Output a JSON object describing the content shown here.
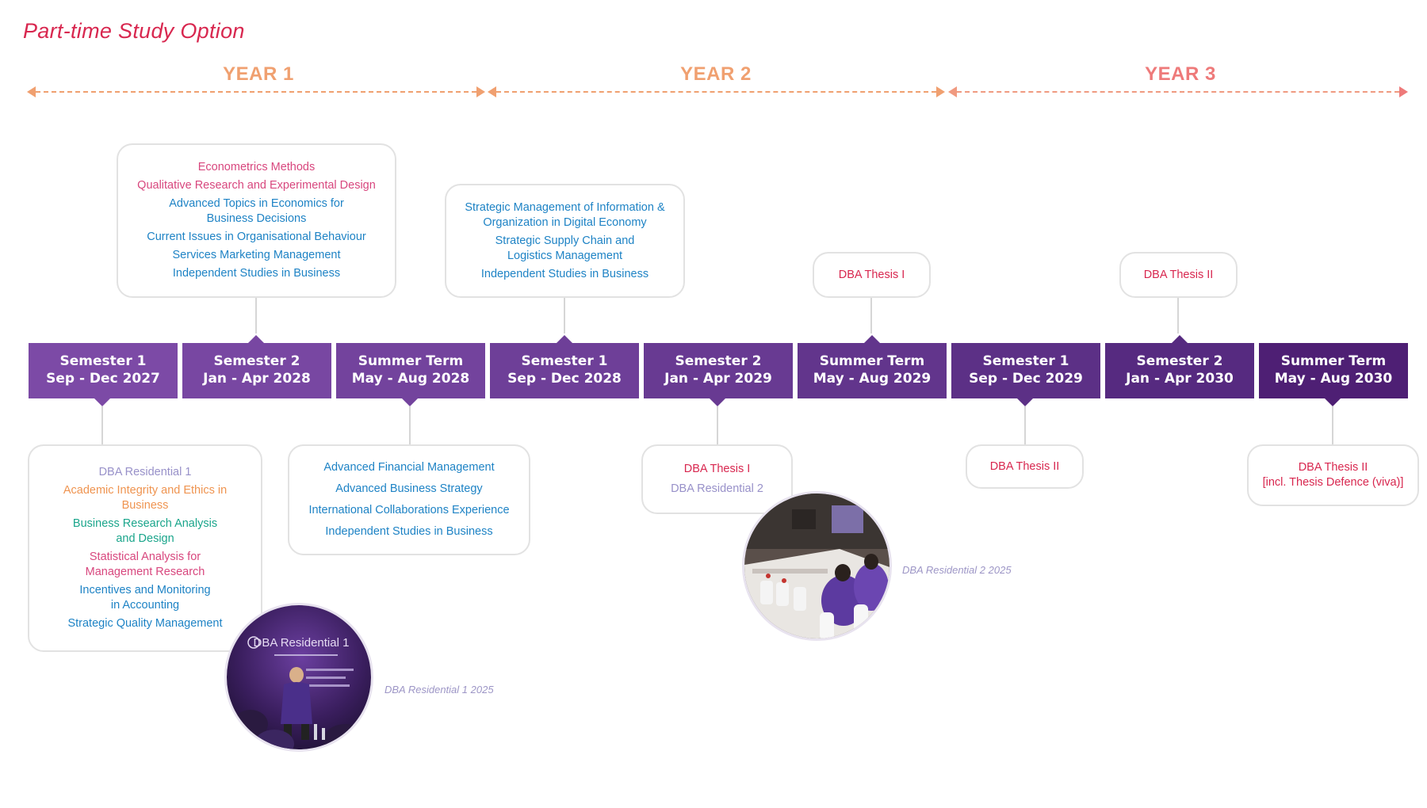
{
  "title": "Part-time Study Option",
  "colors": {
    "title": "#d8274f",
    "year_orange": "#f0a070",
    "year3": "#ee7a7a",
    "purple_light": "#7c4aa6",
    "purple_dark": "#4e1f74",
    "blue": "#1e83c5",
    "pink": "#d8477e",
    "red": "#d8274f",
    "orange": "#ef9450",
    "green": "#1aa58b",
    "lavender": "#9891c9"
  },
  "years": [
    {
      "label": "YEAR 1"
    },
    {
      "label": "YEAR 2"
    },
    {
      "label": "YEAR 3"
    }
  ],
  "terms": [
    {
      "name": "Semester 1",
      "dates": "Sep - Dec 2027"
    },
    {
      "name": "Semester 2",
      "dates": "Jan - Apr 2028"
    },
    {
      "name": "Summer Term",
      "dates": "May - Aug 2028"
    },
    {
      "name": "Semester 1",
      "dates": "Sep - Dec 2028"
    },
    {
      "name": "Semester 2",
      "dates": "Jan - Apr 2029"
    },
    {
      "name": "Summer Term",
      "dates": "May - Aug 2029"
    },
    {
      "name": "Semester 1",
      "dates": "Sep - Dec 2029"
    },
    {
      "name": "Semester 2",
      "dates": "Jan - Apr 2030"
    },
    {
      "name": "Summer Term",
      "dates": "May - Aug 2030"
    }
  ],
  "top_boxes": {
    "y1s2": [
      {
        "text": "Econometrics Methods",
        "color": "pink"
      },
      {
        "text": "Qualitative Research and Experimental Design",
        "color": "pink"
      },
      {
        "text": "Advanced Topics in Economics for\nBusiness Decisions",
        "color": "blue"
      },
      {
        "text": "Current Issues in Organisational Behaviour",
        "color": "blue"
      },
      {
        "text": "Services Marketing Management",
        "color": "blue"
      },
      {
        "text": "Independent Studies in Business",
        "color": "blue"
      }
    ],
    "y2s1": [
      {
        "text": "Strategic Management of Information &\nOrganization in Digital Economy",
        "color": "blue"
      },
      {
        "text": "Strategic Supply Chain and\nLogistics Management",
        "color": "blue"
      },
      {
        "text": "Independent Studies in Business",
        "color": "blue"
      }
    ],
    "y2sum": [
      {
        "text": "DBA Thesis I",
        "color": "red"
      }
    ],
    "y3s2": [
      {
        "text": "DBA Thesis II",
        "color": "red"
      }
    ]
  },
  "bottom_boxes": {
    "y1s1": [
      {
        "text": "DBA Residential 1",
        "color": "lavender"
      },
      {
        "text": "Academic Integrity and Ethics in\nBusiness",
        "color": "orange"
      },
      {
        "text": "Business Research Analysis\nand Design",
        "color": "green"
      },
      {
        "text": "Statistical Analysis for\nManagement Research",
        "color": "pink"
      },
      {
        "text": "Incentives and Monitoring\nin Accounting",
        "color": "blue"
      },
      {
        "text": "Strategic Quality Management",
        "color": "blue"
      }
    ],
    "y1sum": [
      {
        "text": "Advanced Financial Management",
        "color": "blue"
      },
      {
        "text": "Advanced Business Strategy",
        "color": "blue"
      },
      {
        "text": "International Collaborations Experience",
        "color": "blue"
      },
      {
        "text": "Independent Studies in Business",
        "color": "blue"
      }
    ],
    "y2s2": [
      {
        "text": "DBA Thesis I",
        "color": "red"
      },
      {
        "text": "DBA Residential 2",
        "color": "lavender"
      }
    ],
    "y3s1": [
      {
        "text": "DBA Thesis II",
        "color": "red"
      }
    ],
    "y3sum": [
      {
        "text": "DBA Thesis II\n[incl. Thesis Defence (viva)]",
        "color": "red"
      }
    ]
  },
  "photos": [
    {
      "caption": "DBA Residential 1 2025",
      "banner": "DBA Residential 1"
    },
    {
      "caption": "DBA Residential 2 2025"
    }
  ]
}
